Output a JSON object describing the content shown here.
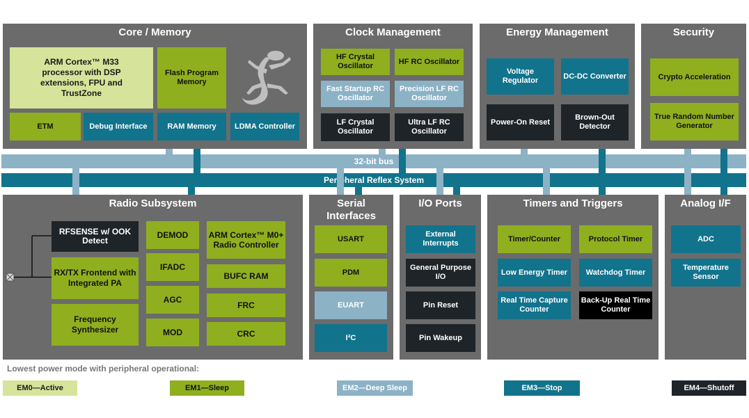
{
  "colors": {
    "panel": "#6b6b6b",
    "em0": "#d5e49a",
    "em1": "#8faf1f",
    "em2": "#8cb2c6",
    "em3": "#12738c",
    "em4": "#1f2428"
  },
  "core": {
    "title": "Core / Memory",
    "arm": "ARM Cortex™ M33 processor with DSP extensions, FPU and TrustZone",
    "flash": "Flash Program Memory",
    "etm": "ETM",
    "debug": "Debug Interface",
    "ram": "RAM Memory",
    "ldma": "LDMA Controller",
    "logo_icon": "gecko-icon"
  },
  "clock": {
    "title": "Clock Management",
    "hfxo": "HF Crystal Oscillator",
    "hfrco": "HF RC Oscillator",
    "fsrco": "Fast Startup RC Oscillator",
    "lfrco": "Precision LF RC Oscillator",
    "lfxo": "LF Crystal Oscillator",
    "ulfrco": "Ultra LF RC Oscillator"
  },
  "energy": {
    "title": "Energy Management",
    "vreg": "Voltage Regulator",
    "dcdc": "DC-DC Converter",
    "por": "Power-On Reset",
    "bod": "Brown-Out Detector"
  },
  "security": {
    "title": "Security",
    "crypto": "Crypto Acceleration",
    "trng": "True Random Number Generator"
  },
  "bus": {
    "bus32": "32-bit bus",
    "prs": "Peripheral Reflex System"
  },
  "radio": {
    "title": "Radio Subsystem",
    "rfsense": "RFSENSE w/ OOK Detect",
    "rxtx": "RX/TX Frontend with Integrated PA",
    "synth": "Frequency Synthesizer",
    "demod": "DEMOD",
    "ifadc": "IFADC",
    "agc": "AGC",
    "mod": "MOD",
    "m0": "ARM Cortex™ M0+ Radio Controller",
    "bufc": "BUFC RAM",
    "frc": "FRC",
    "crc": "CRC",
    "antenna_icon": "antenna-icon"
  },
  "serial": {
    "title": "Serial Interfaces",
    "usart": "USART",
    "pdm": "PDM",
    "euart": "EUART",
    "i2c": "I²C"
  },
  "io": {
    "title": "I/O Ports",
    "extint": "External Interrupts",
    "gpio": "General Purpose I/O",
    "pinreset": "Pin Reset",
    "pinwakeup": "Pin Wakeup"
  },
  "timers": {
    "title": "Timers and Triggers",
    "timer": "Timer/Counter",
    "proto": "Protocol Timer",
    "letimer": "Low Energy Timer",
    "wdog": "Watchdog Timer",
    "rtcc": "Real Time Capture Counter",
    "burtc": "Back-Up Real Time Counter"
  },
  "analog": {
    "title": "Analog I/F",
    "adc": "ADC",
    "temp": "Temperature Sensor"
  },
  "legend": {
    "title": "Lowest power mode with peripheral operational:",
    "em0": "EM0—Active",
    "em1": "EM1—Sleep",
    "em2": "EM2—Deep Sleep",
    "em3": "EM3—Stop",
    "em4": "EM4—Shutoff"
  }
}
